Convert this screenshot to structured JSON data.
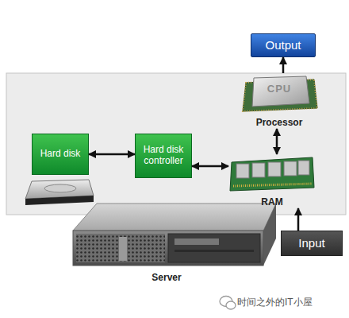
{
  "diagram": {
    "nodes": [
      {
        "text": [
          "Output"
        ]
      },
      {
        "text": [
          "CPU",
          "Processor"
        ]
      },
      {
        "text": [
          "Hard disk"
        ]
      },
      {
        "text": [
          "Hard disk controller"
        ]
      },
      {
        "text": [
          "RAM"
        ]
      },
      {
        "text": [
          "Input"
        ]
      }
    ],
    "edges": [
      {
        "from": 1,
        "to": 0,
        "arrow": "to"
      },
      {
        "from": 2,
        "to": 3,
        "arrow": "both"
      },
      {
        "from": 3,
        "to": 4,
        "arrow": "both"
      },
      {
        "from": 4,
        "to": 1,
        "arrow": "both"
      },
      {
        "from": 5,
        "to": 4,
        "arrow": "to"
      }
    ],
    "labels": [
      "Server",
      "时间之外的IT小屋"
    ]
  }
}
